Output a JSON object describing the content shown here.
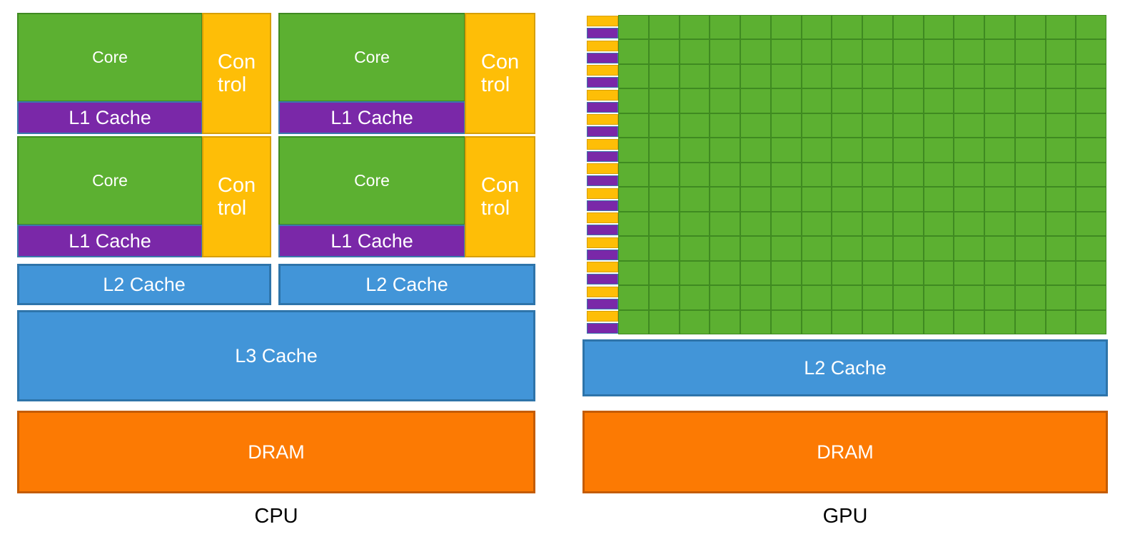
{
  "diagram": {
    "title_cpu": "CPU",
    "title_gpu": "GPU",
    "colors": {
      "core_green": "#5cb031",
      "core_green_border": "#3f8a21",
      "control_yellow": "#febe07",
      "control_yellow_border": "#d79f06",
      "l1_purple": "#7a28a8",
      "l1_purple_border": "#3b78ad",
      "cache_blue": "#4295d8",
      "cache_blue_border": "#2e74aa",
      "dram_orange": "#fc7a03",
      "dram_orange_border": "#c45c02",
      "label_black": "#000000",
      "box_text_white": "#ffffff",
      "background": "#ffffff"
    }
  },
  "cpu": {
    "label": "CPU",
    "cores": [
      {
        "core_label": "Core",
        "l1_label": "L1 Cache",
        "control_label": "Con trol"
      },
      {
        "core_label": "Core",
        "l1_label": "L1 Cache",
        "control_label": "Con trol"
      },
      {
        "core_label": "Core",
        "l1_label": "L1 Cache",
        "control_label": "Con trol"
      },
      {
        "core_label": "Core",
        "l1_label": "L1 Cache",
        "control_label": "Con trol"
      }
    ],
    "control_line1": "Con",
    "control_line2": "trol",
    "l2_caches": [
      {
        "label": "L2 Cache"
      },
      {
        "label": "L2 Cache"
      }
    ],
    "l3_cache": {
      "label": "L3  Cache"
    },
    "dram": {
      "label": "DRAM"
    }
  },
  "gpu": {
    "label": "GPU",
    "core_grid": {
      "rows": 13,
      "columns": 16,
      "cell_label": ""
    },
    "sm_strip": {
      "count": 13,
      "control_label": "",
      "l1_label": ""
    },
    "l2_cache": {
      "label": "L2 Cache"
    },
    "dram": {
      "label": "DRAM"
    }
  }
}
